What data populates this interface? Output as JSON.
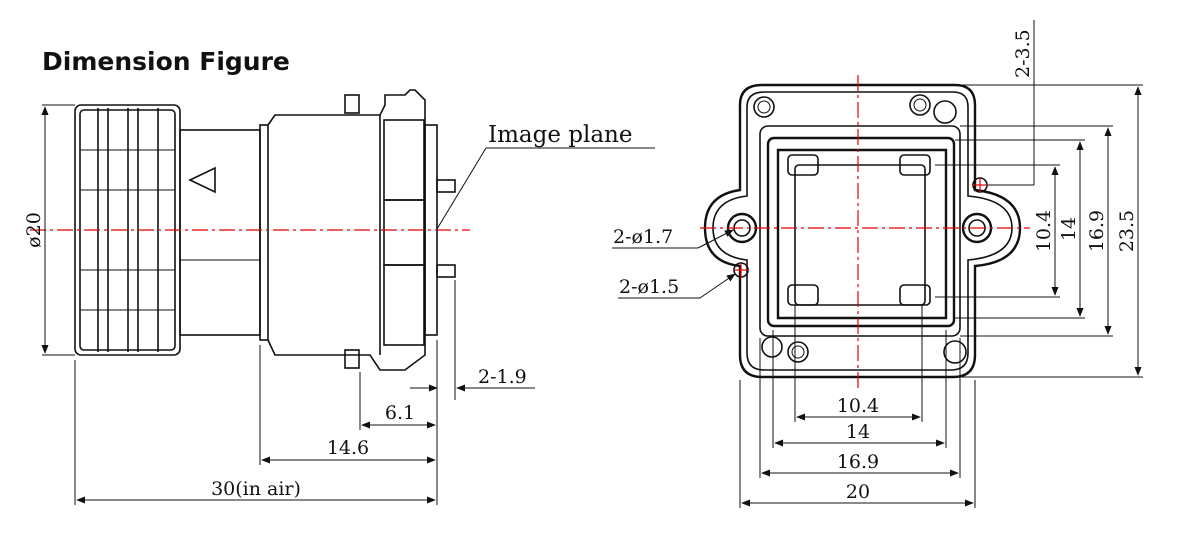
{
  "title": "Dimension Figure",
  "side_view": {
    "image_plane_label": "Image plane",
    "diameter_label": "ø20",
    "dim_2_1_9": "2-1.9",
    "dim_6_1": "6.1",
    "dim_14_6": "14.6",
    "dim_30": "30(in air)"
  },
  "front_view": {
    "hole_2_3_5": "2-3.5",
    "hole_2_phi_1_7": "2-ø1.7",
    "hole_2_phi_1_5": "2-ø1.5",
    "vert_10_4": "10.4",
    "vert_14": "14",
    "vert_16_9": "16.9",
    "vert_23_5": "23.5",
    "horiz_10_4": "10.4",
    "horiz_14": "14",
    "horiz_16_9": "16.9",
    "horiz_20": "20"
  },
  "colors": {
    "line": "#111111",
    "centerline": "#e60000"
  }
}
